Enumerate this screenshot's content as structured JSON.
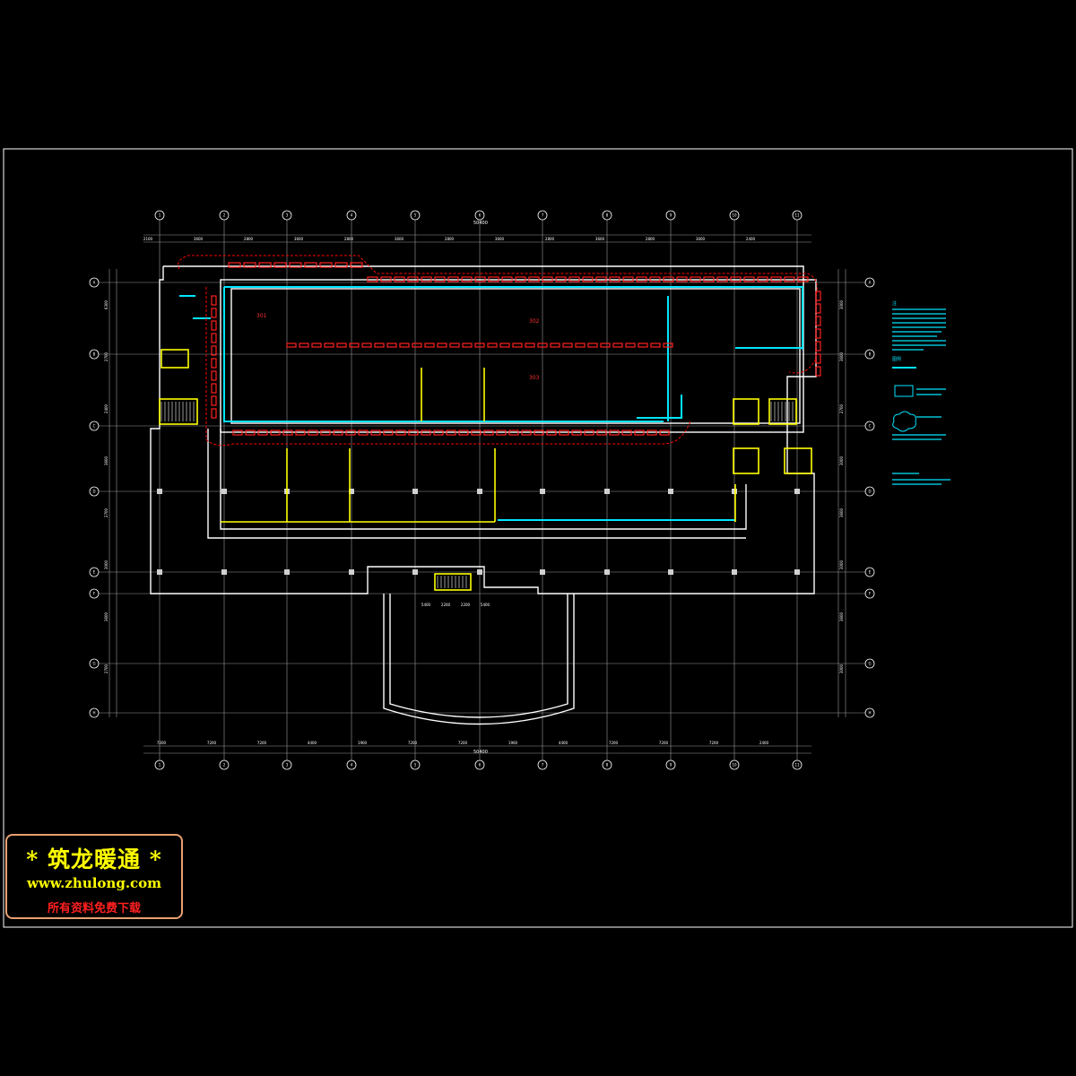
{
  "drawing": {
    "grid_columns_top": [
      "1",
      "2",
      "3",
      "4",
      "5",
      "6",
      "7",
      "8",
      "9",
      "10",
      "11"
    ],
    "grid_columns_bottom": [
      "1",
      "2",
      "3",
      "4",
      "5",
      "6",
      "7",
      "8",
      "9",
      "10",
      "11"
    ],
    "grid_rows_left": [
      "A",
      "B",
      "C",
      "D",
      "E",
      "F",
      "G",
      "H"
    ],
    "grid_rows_right": [
      "A",
      "B",
      "C",
      "D",
      "E",
      "F",
      "G",
      "H"
    ],
    "top_dimensions": [
      "2100",
      "3600",
      "2800",
      "3600",
      "2800",
      "3600",
      "2800",
      "3600",
      "2800",
      "3600",
      "2800",
      "3600",
      "2400"
    ],
    "top_overall": "50400",
    "bottom_dimensions": [
      "7200",
      "7200",
      "7200",
      "4400",
      "1900",
      "7200",
      "7200",
      "1900",
      "4400",
      "7200",
      "7200",
      "7200",
      "2400"
    ],
    "bottom_overall": "50400",
    "left_dimensions": [
      "6300",
      "2700",
      "2400",
      "3600",
      "2700",
      "3000",
      "3600",
      "2700"
    ],
    "right_dimensions": [
      "3000",
      "3600",
      "2700",
      "3000",
      "3600",
      "3000",
      "3600",
      "3000"
    ],
    "room_labels": [
      "301",
      "302",
      "303"
    ],
    "bottom_stair_dims": [
      "5400",
      "2200",
      "2200",
      "5400"
    ]
  },
  "notes": {
    "header": "注",
    "legend_title": "图例"
  },
  "watermark": {
    "title": "* 筑龙暖通 *",
    "url": "www.zhulong.com",
    "tagline": "所有资料免费下载"
  },
  "colors": {
    "background": "#000000",
    "frame": "#ffffff",
    "equipment": "#ff0000",
    "pipe": "#00ffff",
    "duct": "#ffff00",
    "grid": "#c0c0c0"
  }
}
